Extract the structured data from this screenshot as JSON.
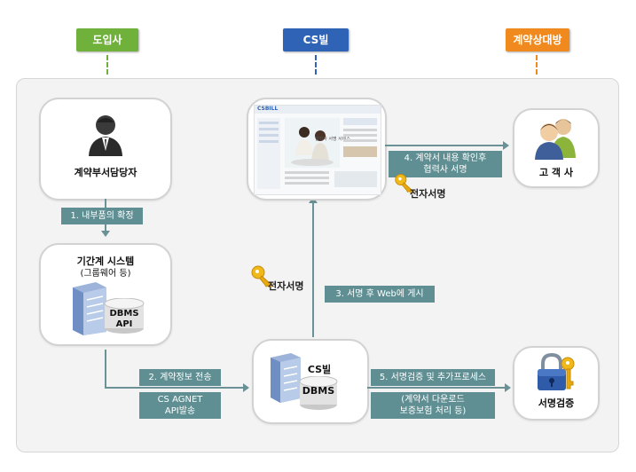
{
  "lanes": {
    "adopter": {
      "label": "도입사",
      "color": "#6fb13a"
    },
    "csbill": {
      "label": "CS빌",
      "color": "#2f63b5"
    },
    "counterparty": {
      "label": "계약상대방",
      "color": "#f08a1e"
    }
  },
  "nodes": {
    "contract_manager": {
      "label": "계약부서담당자"
    },
    "core_system": {
      "title_line1": "기간계 시스템",
      "title_line2": "(그룹웨어 등)",
      "db_line1": "DBMS",
      "db_line2": "API"
    },
    "csbill_server": {
      "name": "CS빌",
      "db": "DBMS"
    },
    "customer": {
      "label": "고 객 사"
    },
    "verify": {
      "label": "서명검증"
    },
    "web_page": {
      "brand": "CSBILL",
      "tagline": "협력사 서명 서비스"
    }
  },
  "steps": {
    "s1": "1. 내부품의 확정",
    "s2": "2. 계약정보 전송",
    "s2_sub_line1": "CS AGNET",
    "s2_sub_line2": "API발송",
    "s3": "3. 서명 후 Web에 게시",
    "s4_line1": "4. 계약서 내용 확인후",
    "s4_line2": "협력사 서명",
    "s5": "5. 서명검증 및 추가프로세스",
    "s5_sub_line1": "(계약서 다운로드",
    "s5_sub_line2": "보증보험 처리 등)"
  },
  "keys": {
    "left_label": "전자서명",
    "right_label": "전자서명"
  },
  "colors": {
    "step_fill": "#5f8f93",
    "arrow": "#6a9296",
    "panel_bg": "#f3f3f3",
    "node_border": "#d2d2d2"
  }
}
